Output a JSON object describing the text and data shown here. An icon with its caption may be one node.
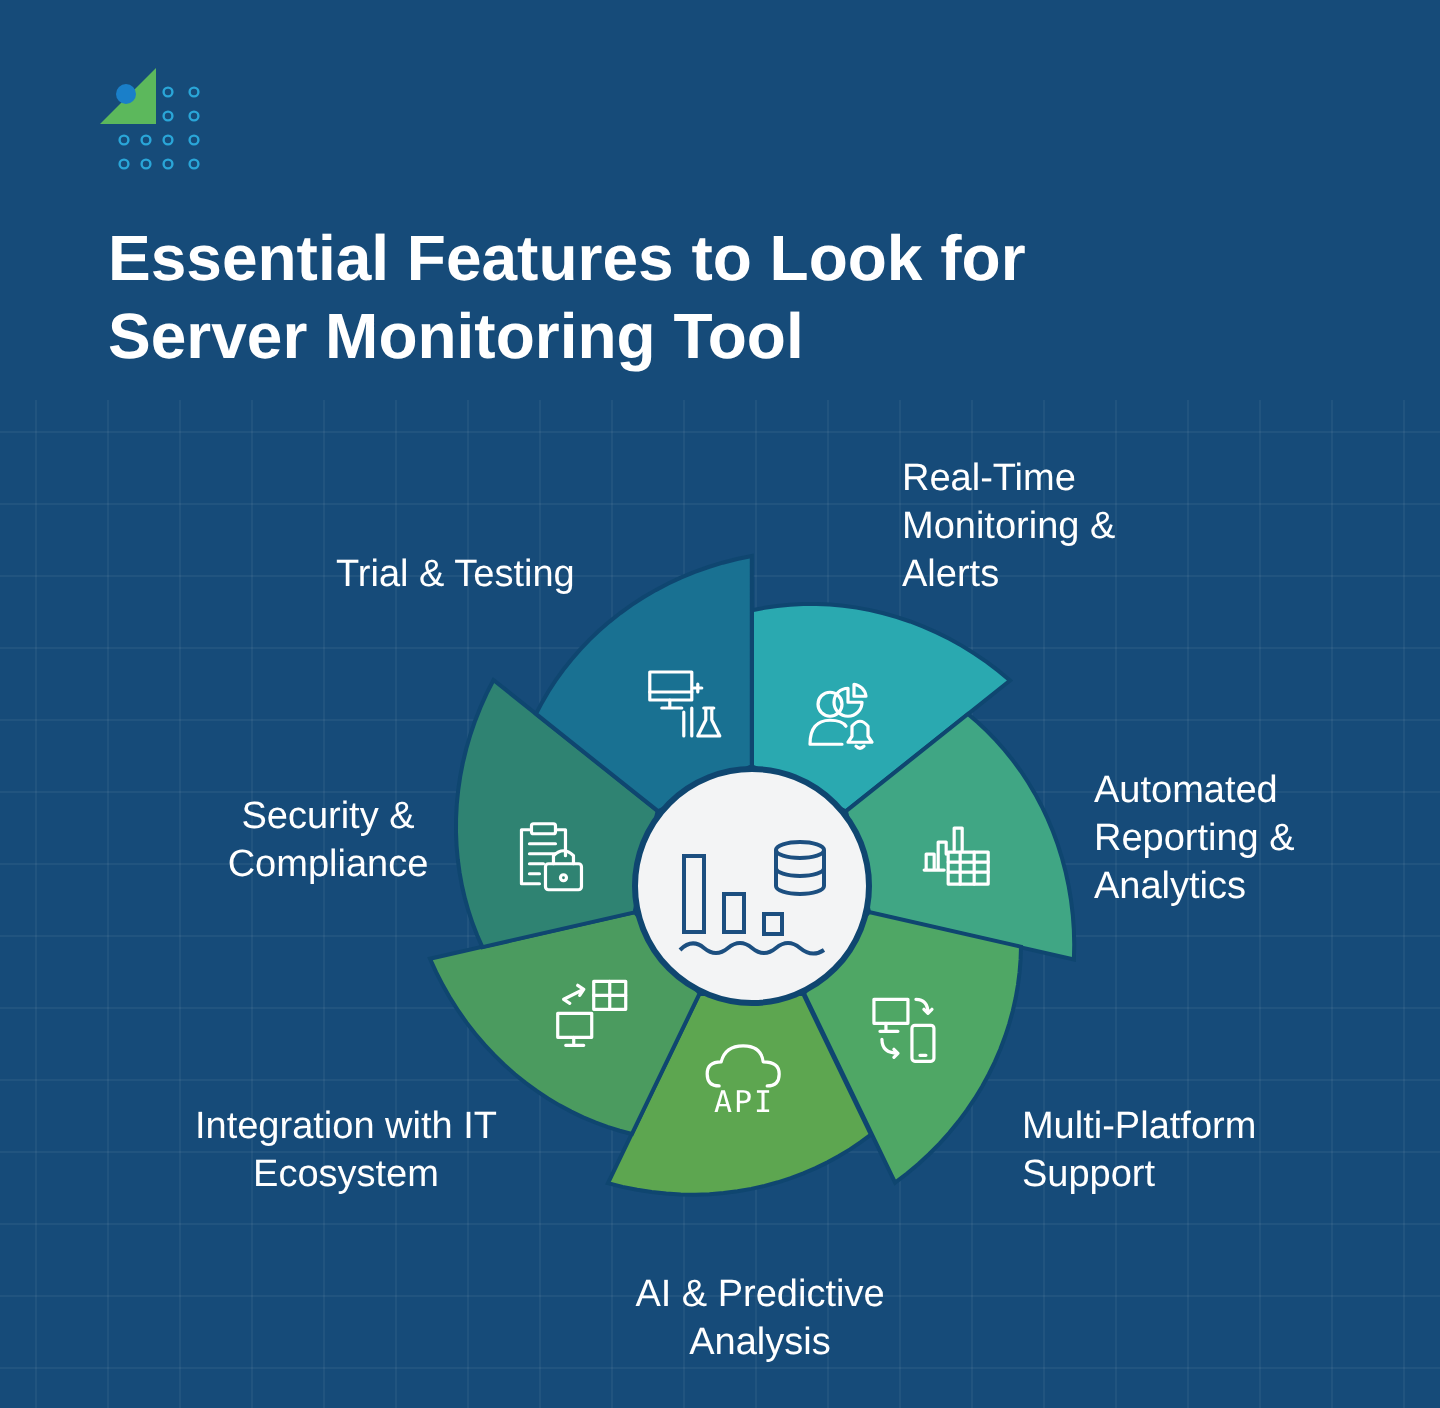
{
  "diagram": {
    "title": "Essential Features to Look for Server Monitoring Tool",
    "nodes": [
      {
        "text": [],
        "shape": "circle"
      },
      {
        "text": [
          "Real-Time Monitoring & Alerts"
        ]
      },
      {
        "text": [
          "Automated Reporting & Analytics"
        ]
      },
      {
        "text": [
          "Multi-Platform Support"
        ]
      },
      {
        "text": [
          "API",
          "AI & Predictive Analysis"
        ]
      },
      {
        "text": [
          "Integration with IT Ecosystem"
        ]
      },
      {
        "text": [
          "Security & Compliance"
        ]
      },
      {
        "text": [
          "Trial & Testing"
        ]
      }
    ],
    "edges": []
  }
}
